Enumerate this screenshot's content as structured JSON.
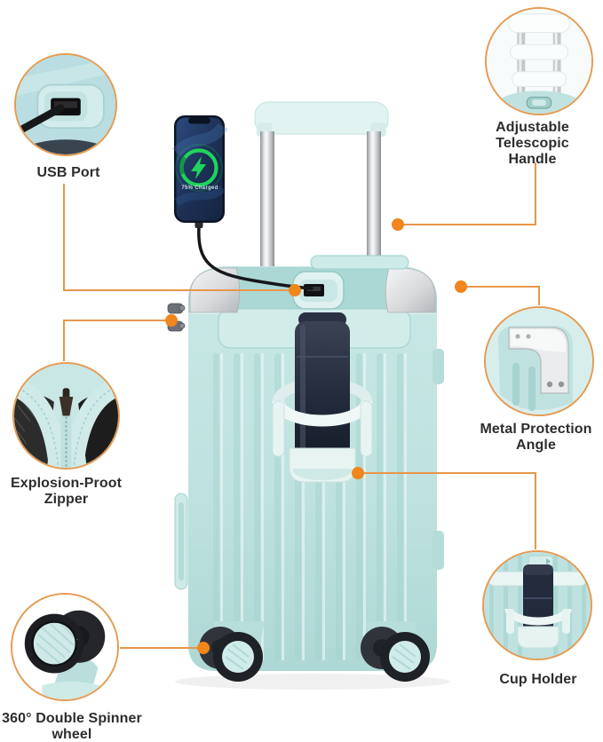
{
  "title": "Luggage feature callout diagram",
  "phone": {
    "charge_status": "75% Charged"
  },
  "callouts": {
    "usb_port": {
      "label": "USB Port"
    },
    "telescopic_handle": {
      "line1": "Adjustable Telescopic",
      "line2": "Handle"
    },
    "zipper": {
      "line1": "Explosion-Proot",
      "line2": "Zipper"
    },
    "metal_angle": {
      "line1": "Metal Protection",
      "line2": "Angle"
    },
    "spinner_wheel": {
      "line1": "360° Double Spinner",
      "line2": "wheel"
    },
    "cup_holder": {
      "label": "Cup Holder"
    }
  },
  "colors": {
    "accent_dot_orange": "#F0861C",
    "connector_line_orange": "#E8964A",
    "circle_border_orange": "#E59B52",
    "suitcase_mint": "#bfe2e0",
    "suitcase_mint_dark": "#a6d2cf",
    "suitcase_mint_light": "#ddf2ef",
    "thermos_navy": "#1c2230",
    "phone_screen_blue": "#24406e",
    "charge_ring_green": "#1ed45a",
    "metal_silver": "#d6d8da",
    "label_text": "#2d2d2d"
  }
}
